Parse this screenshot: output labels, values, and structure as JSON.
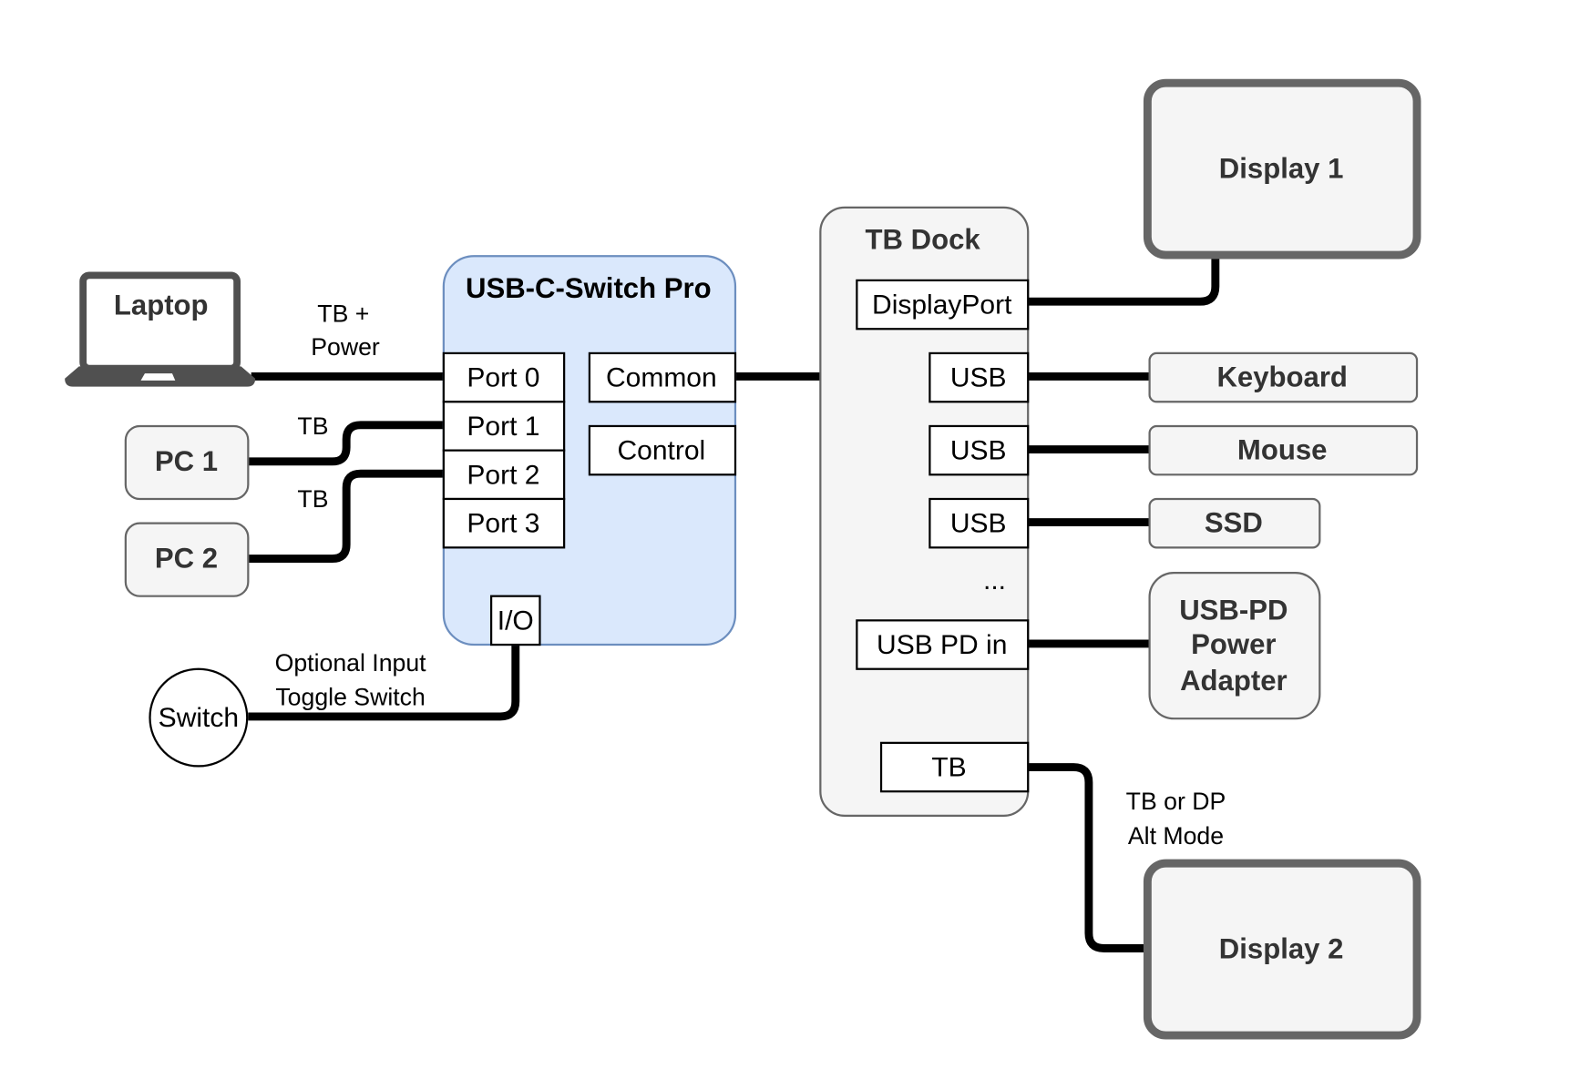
{
  "diagram": {
    "colors": {
      "switch_fill": "#dae8fc",
      "switch_stroke": "#6c8ebf",
      "device_fill": "#f5f5f5",
      "device_stroke": "#666666",
      "wire": "#000000",
      "laptop_icon": "#505050"
    },
    "laptop": {
      "label": "Laptop"
    },
    "pc1": {
      "label": "PC 1"
    },
    "pc2": {
      "label": "PC 2"
    },
    "toggle_switch": {
      "label": "Switch"
    },
    "usb_c_switch": {
      "title": "USB-C-Switch Pro",
      "ports": [
        "Port 0",
        "Port 1",
        "Port 2",
        "Port 3"
      ],
      "common": "Common",
      "control": "Control",
      "io": "I/O"
    },
    "dock": {
      "title": "TB Dock",
      "displayport": "DisplayPort",
      "usb_ports": [
        "USB",
        "USB",
        "USB"
      ],
      "ellipsis": "...",
      "usb_pd_in": "USB PD in",
      "tb": "TB"
    },
    "peripherals": {
      "display1": "Display 1",
      "keyboard": "Keyboard",
      "mouse": "Mouse",
      "ssd": "SSD",
      "power_adapter": [
        "USB-PD",
        "Power",
        "Adapter"
      ],
      "display2": "Display 2"
    },
    "edge_labels": {
      "laptop_link": [
        "TB +",
        "Power"
      ],
      "pc1_link": "TB",
      "pc2_link": "TB",
      "toggle_link": [
        "Optional Input",
        "Toggle Switch"
      ],
      "display2_link": [
        "TB or DP",
        "Alt Mode"
      ]
    }
  }
}
